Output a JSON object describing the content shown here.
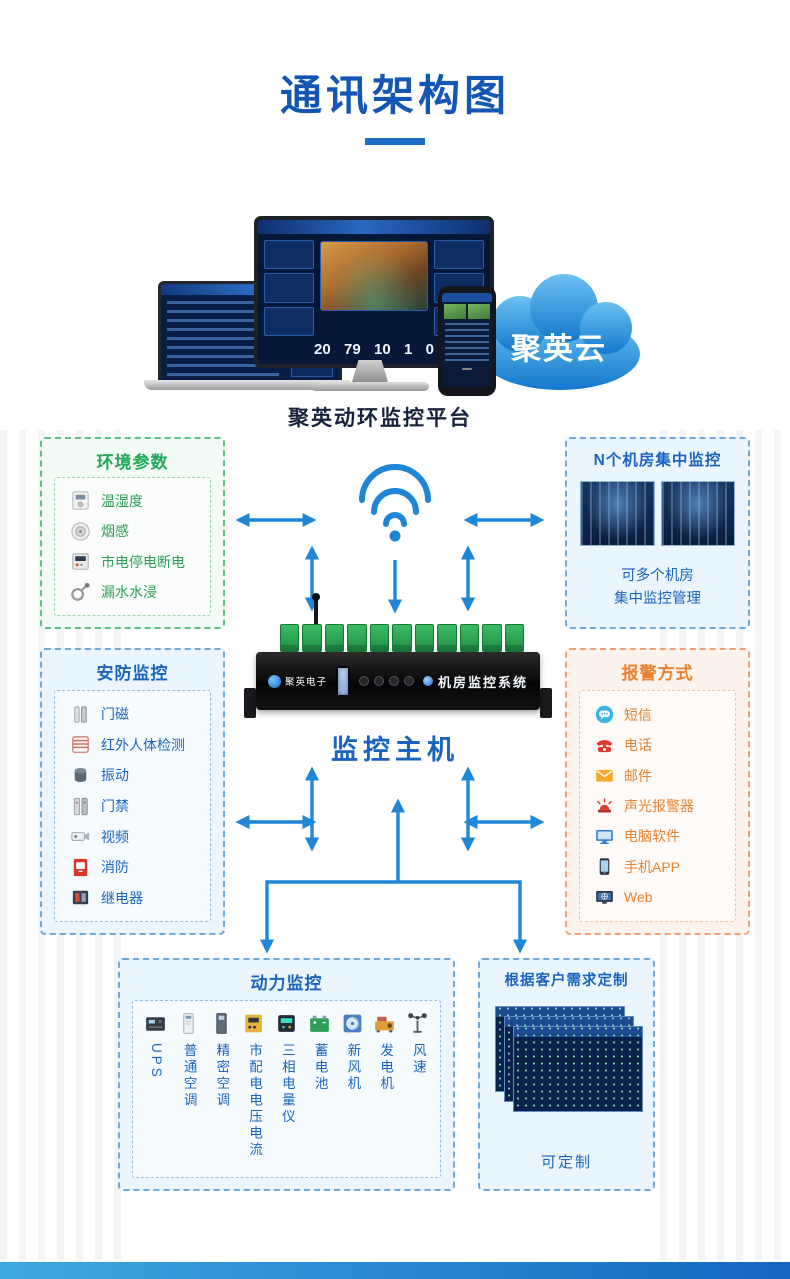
{
  "title": "通讯架构图",
  "cloud_label": "聚英云",
  "platform": {
    "caption": "聚英动环监控平台",
    "monitor_stats": [
      "20",
      "79",
      "10",
      "1",
      "0"
    ]
  },
  "host": {
    "label": "监控主机",
    "brand": "聚英电子",
    "panel_text": "机房监控系统"
  },
  "env_box": {
    "title": "环境参数",
    "items": [
      {
        "icon": "temp-humidity-icon",
        "label": "温湿度"
      },
      {
        "icon": "smoke-sensor-icon",
        "label": "烟感"
      },
      {
        "icon": "power-cut-icon",
        "label": "市电停电断电"
      },
      {
        "icon": "water-leak-icon",
        "label": "漏水水浸"
      }
    ]
  },
  "rooms_box": {
    "title": "N个机房集中监控",
    "caption_line1": "可多个机房",
    "caption_line2": "集中监控管理"
  },
  "security_box": {
    "title": "安防监控",
    "items": [
      {
        "icon": "door-magnet-icon",
        "label": "门磁"
      },
      {
        "icon": "infrared-detector-icon",
        "label": "红外人体检测"
      },
      {
        "icon": "vibration-sensor-icon",
        "label": "振动"
      },
      {
        "icon": "access-control-icon",
        "label": "门禁"
      },
      {
        "icon": "video-camera-icon",
        "label": "视频"
      },
      {
        "icon": "fire-protection-icon",
        "label": "消防"
      },
      {
        "icon": "relay-icon",
        "label": "继电器"
      }
    ]
  },
  "alarm_box": {
    "title": "报警方式",
    "items": [
      {
        "icon": "sms-icon",
        "label": "短信"
      },
      {
        "icon": "telephone-icon",
        "label": "电话"
      },
      {
        "icon": "email-icon",
        "label": "邮件"
      },
      {
        "icon": "siren-icon",
        "label": "声光报警器"
      },
      {
        "icon": "computer-software-icon",
        "label": "电脑软件"
      },
      {
        "icon": "mobile-app-icon",
        "label": "手机APP"
      },
      {
        "icon": "web-icon",
        "label": "Web"
      }
    ]
  },
  "power_box": {
    "title": "动力监控",
    "items": [
      {
        "icon": "ups-icon",
        "label": "UPS"
      },
      {
        "icon": "normal-ac-icon",
        "label": "普通空调"
      },
      {
        "icon": "precision-ac-icon",
        "label": "精密空调"
      },
      {
        "icon": "distribution-meter-icon",
        "label": "市配电电压电流"
      },
      {
        "icon": "three-phase-meter-icon",
        "label": "三相电量仪"
      },
      {
        "icon": "battery-icon",
        "label": "蓄电池"
      },
      {
        "icon": "fresh-air-fan-icon",
        "label": "新风机"
      },
      {
        "icon": "generator-icon",
        "label": "发电机"
      },
      {
        "icon": "wind-speed-icon",
        "label": "风速"
      }
    ]
  },
  "custom_box": {
    "title": "根据客户需求定制",
    "caption": "可定制"
  },
  "colors": {
    "title_blue": "#1356b4",
    "label_blue": "#1a64c0",
    "arrow_blue": "#1f86d8",
    "green": "#27a35a",
    "orange": "#e9812f",
    "cloud_blue": "#2b8fd6",
    "footer_blue": "#1565c0"
  }
}
